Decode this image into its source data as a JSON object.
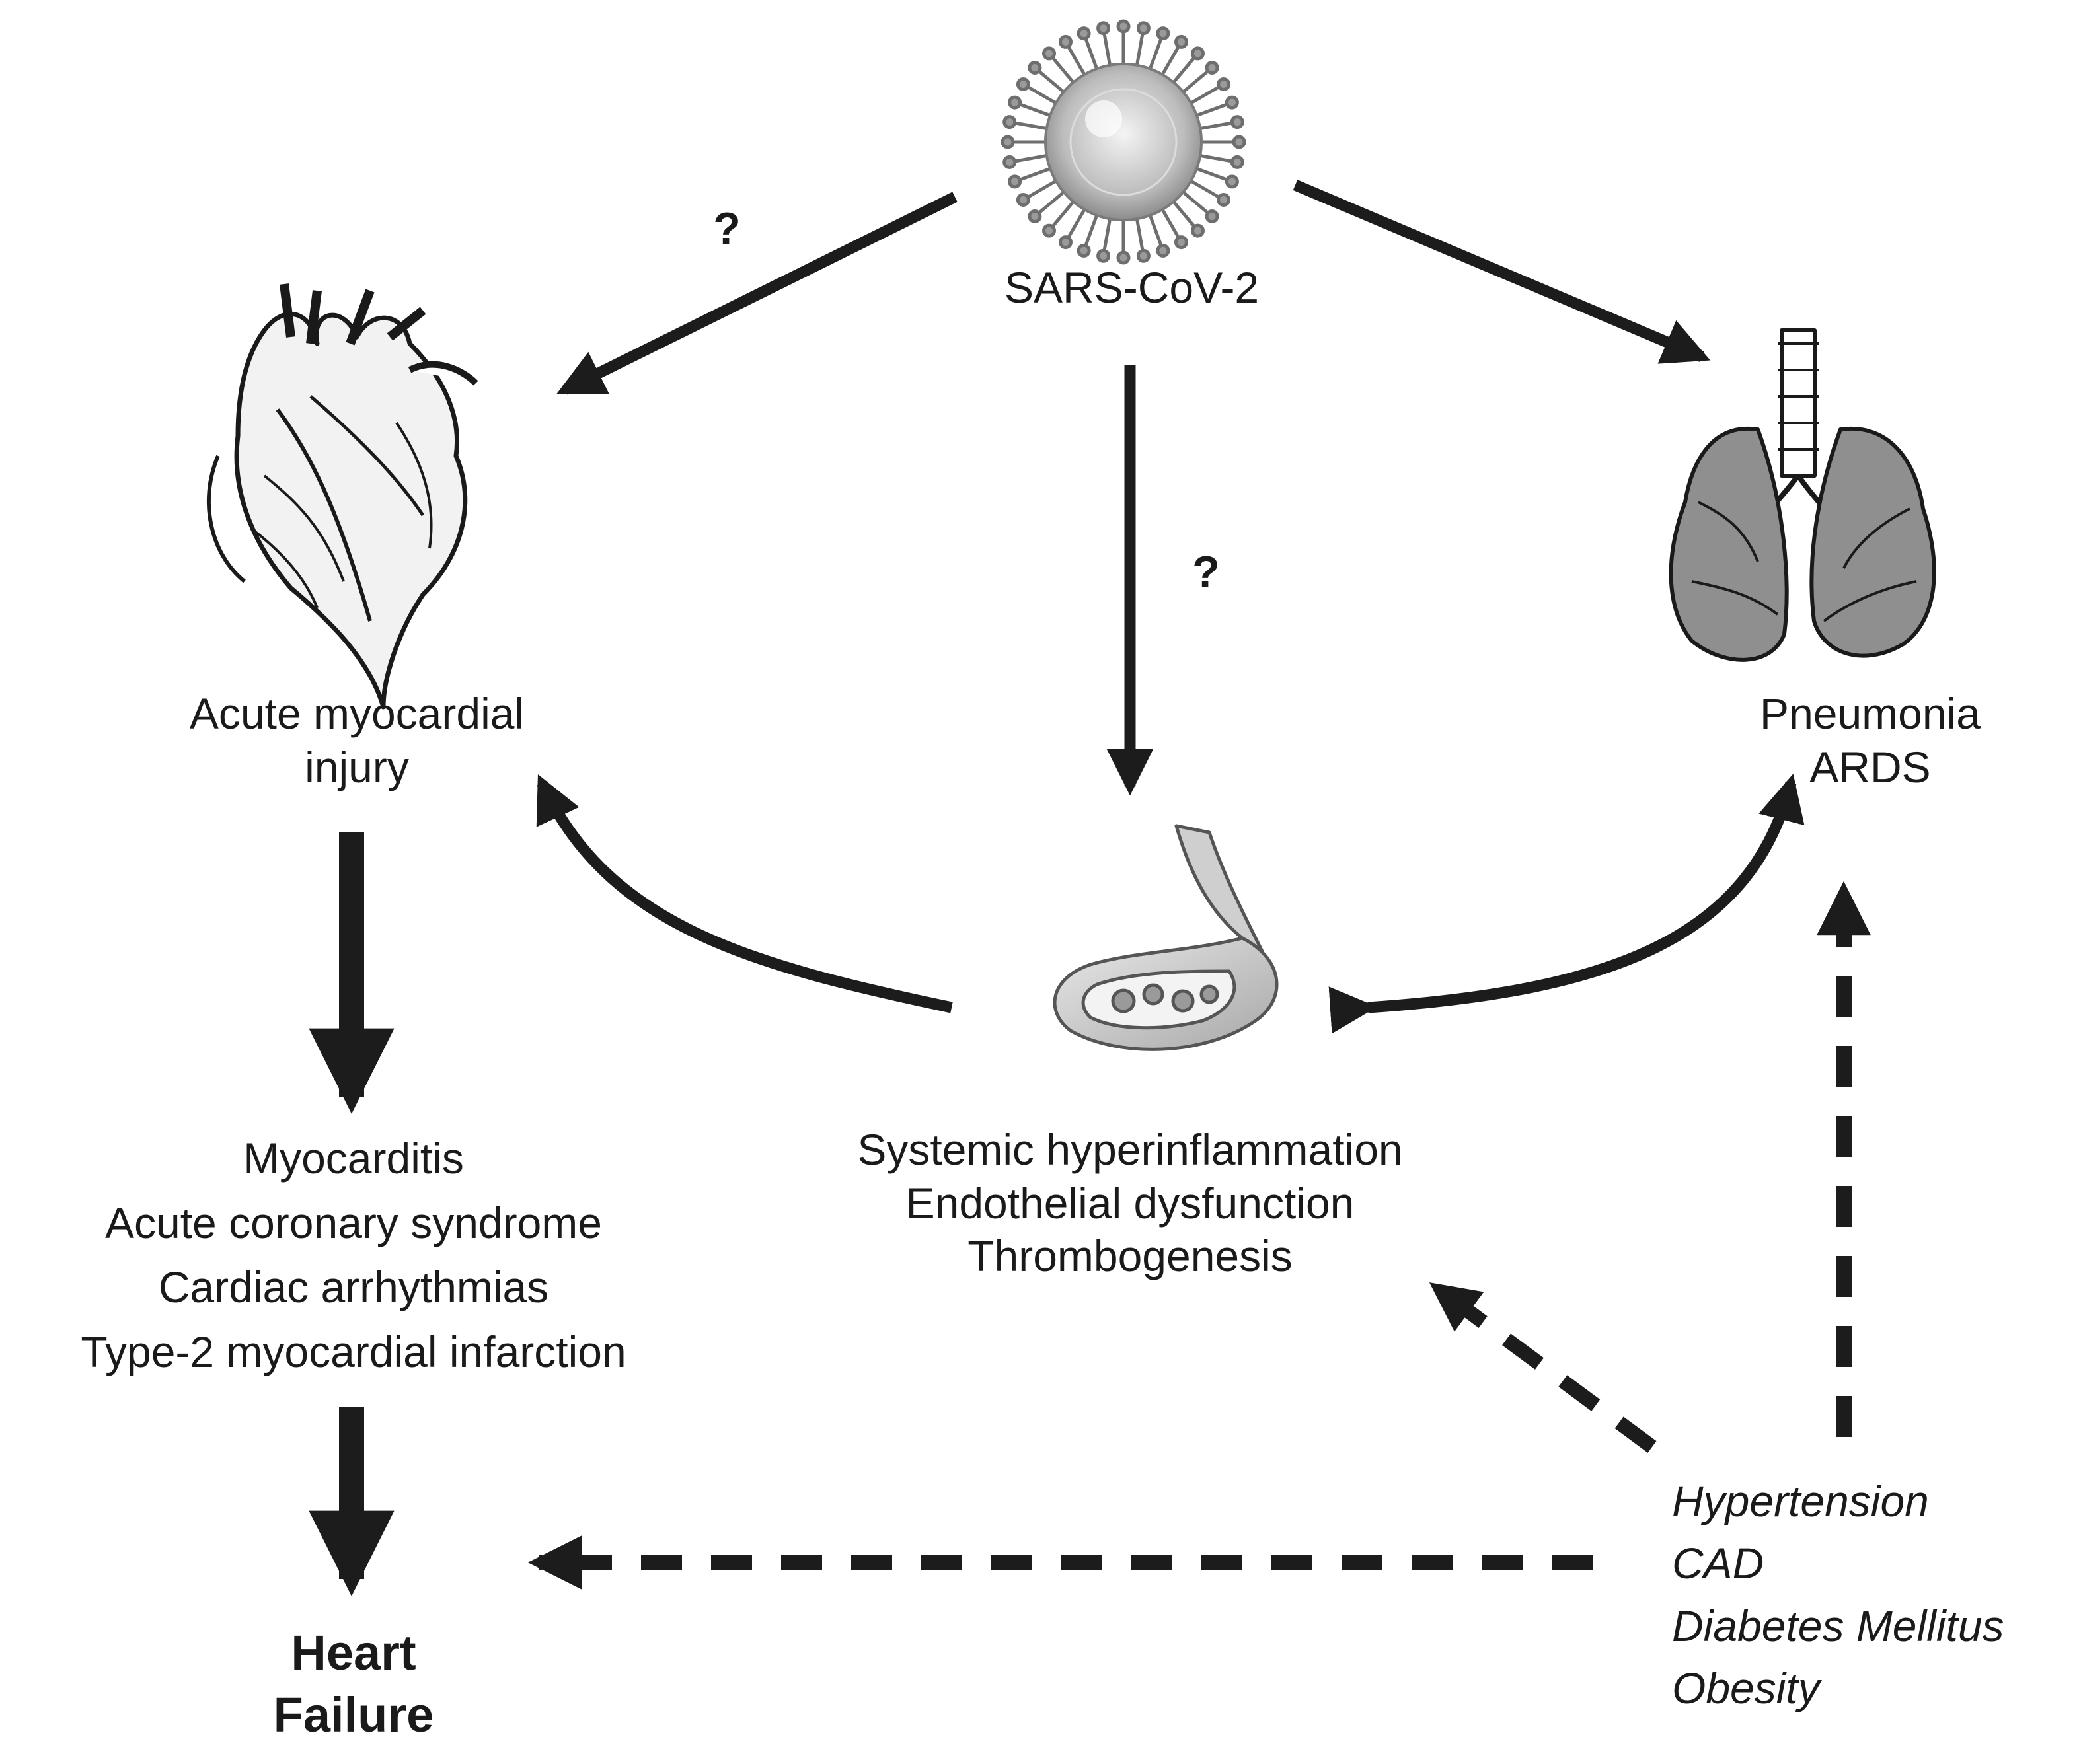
{
  "nodes": {
    "virus": {
      "label": "SARS-CoV-2",
      "icon": "virus-icon"
    },
    "heart": {
      "lines": [
        "Acute myocardial",
        "injury"
      ],
      "icon": "heart-icon"
    },
    "lungs": {
      "lines": [
        "Pneumonia",
        "ARDS"
      ],
      "icon": "lungs-icon"
    },
    "vessel": {
      "lines": [
        "Systemic hyperinflammation",
        "Endothelial dysfunction",
        "Thrombogenesis"
      ],
      "icon": "blood-vessel-icon"
    },
    "cardiac_outcomes": {
      "lines": [
        "Myocarditis",
        "Acute coronary syndrome",
        "Cardiac arrhythmias",
        "Type-2 myocardial infarction"
      ]
    },
    "heart_failure": {
      "lines": [
        "Heart",
        "Failure"
      ]
    },
    "risk_factors": {
      "lines": [
        "Hypertension",
        "CAD",
        "Diabetes Mellitus",
        "Obesity"
      ]
    }
  },
  "question_marks": {
    "left": "?",
    "center": "?"
  },
  "colors": {
    "arrow": "#1c1c1c",
    "text": "#1a1a1a",
    "background": "#ffffff"
  }
}
